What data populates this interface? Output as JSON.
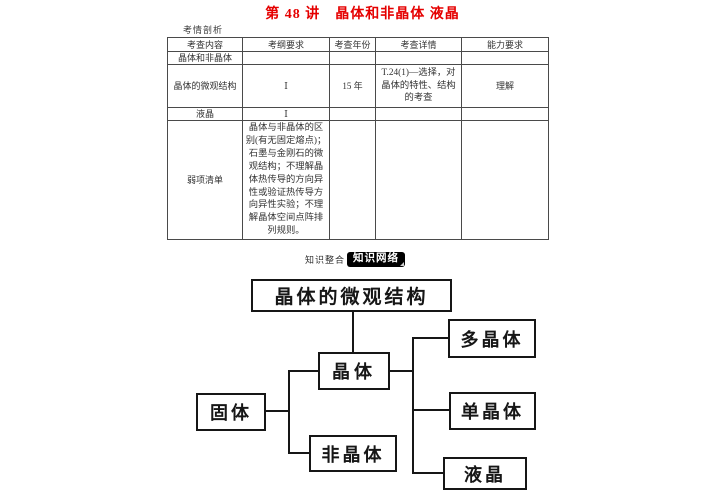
{
  "page": {
    "title": "第 48 讲　晶体和非晶体 液晶",
    "section_label": "考情剖析"
  },
  "table": {
    "headers": [
      "考查内容",
      "考纲要求",
      "考查年份",
      "考查详情",
      "能力要求"
    ],
    "rows": [
      {
        "cells": [
          "晶体和非晶体",
          "",
          "",
          "",
          ""
        ]
      },
      {
        "cells": [
          "晶体的微观结构",
          "Ⅰ",
          "15 年",
          "T.24(1)—选择，对晶体的特性、结构的考查",
          "理解"
        ]
      },
      {
        "cells": [
          "液晶",
          "Ⅰ",
          "",
          "",
          ""
        ]
      },
      {
        "cells": [
          "弱项清单",
          "晶体与非晶体的区别(有无固定熔点)；石墨与金刚石的微观结构；不理解晶体热传导的方向异性或验证热传导方向异性实验；不理解晶体空间点阵排列规则。",
          "",
          "",
          ""
        ]
      }
    ]
  },
  "banner": {
    "prefix": "知识整合",
    "badge": "知识网络"
  },
  "diagram": {
    "nodes": {
      "root": "晶体的微观结构",
      "crystal": "晶体",
      "solid": "固体",
      "amorphous": "非晶体",
      "polycrystal": "多晶体",
      "monocrystal": "单晶体",
      "liquid_crystal": "液晶"
    }
  },
  "colors": {
    "title_red": "#e50000",
    "badge_bg": "#000000",
    "line_black": "#161616"
  }
}
